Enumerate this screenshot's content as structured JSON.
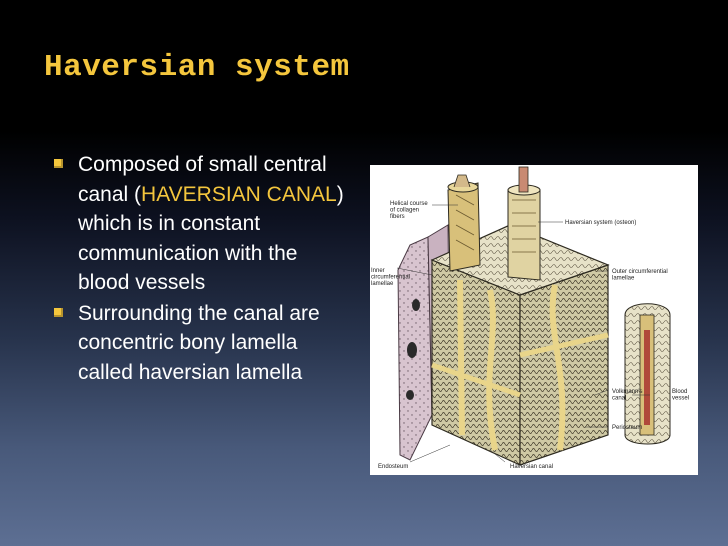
{
  "slide": {
    "title": "Haversian system",
    "bullets": [
      {
        "prefix": "Composed of small central canal (",
        "highlight": "HAVERSIAN CANAL",
        "suffix": ") which is in constant communication with the blood vessels"
      },
      {
        "text": "Surrounding the canal are concentric bony lamella called haversian lamella"
      }
    ]
  },
  "figure": {
    "labels": {
      "helical": [
        "Helical course",
        "of collagen",
        "fibers"
      ],
      "osteon": "Haversian system (osteon)",
      "inner": [
        "Inner",
        "circumferential",
        "lamellae"
      ],
      "outer": [
        "Outer circumferential",
        "lamellae"
      ],
      "volkmann": [
        "Volkmann's",
        "canal"
      ],
      "blood": [
        "Blood",
        "vessel"
      ],
      "periosteum": "Periosteum",
      "endosteum": "Endosteum",
      "haversian_canal": "Haversian canal"
    }
  },
  "colors": {
    "title": "#f4c63d",
    "highlight": "#f4c63d",
    "text": "#ffffff"
  }
}
